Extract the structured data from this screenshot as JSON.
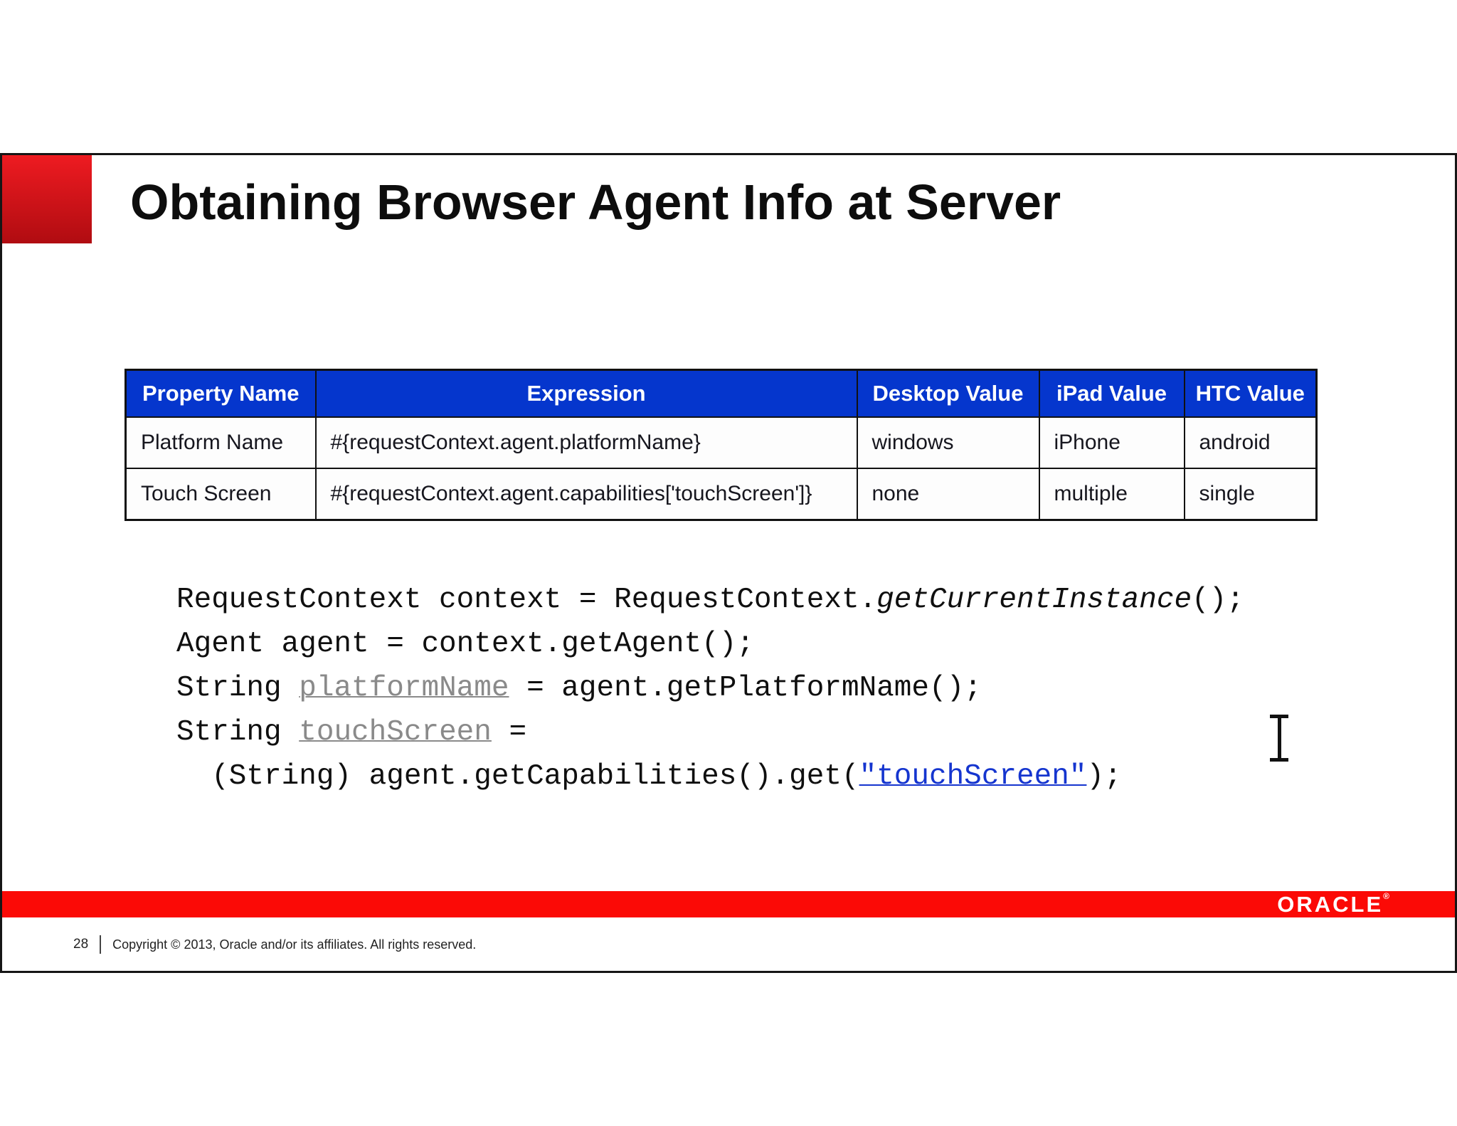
{
  "slide": {
    "title": "Obtaining Browser Agent Info at Server",
    "page_number": "28",
    "footer": "Copyright © 2013, Oracle and/or its affiliates. All rights reserved.",
    "logo": "ORACLE",
    "logo_reg": "®",
    "colors": {
      "table_header_blue": "#0536cd",
      "footer_bar_red": "#fb0a06",
      "accent_square_top": "#ee1b21",
      "accent_square_bottom": "#b00c11",
      "code_string_blue": "#1535cf",
      "code_identifier_gray": "#8a8a8a"
    }
  },
  "table": {
    "headers": [
      "Property Name",
      "Expression",
      "Desktop Value",
      "iPad Value",
      "HTC Value"
    ],
    "rows": [
      [
        "Platform Name",
        "#{requestContext.agent.platformName}",
        "windows",
        "iPhone",
        "android"
      ],
      [
        "Touch Screen",
        "#{requestContext.agent.capabilities['touchScreen']}",
        "none",
        "multiple",
        "single"
      ]
    ]
  },
  "code": {
    "lines": [
      {
        "indent": 0,
        "segments": [
          {
            "t": "RequestContext context = RequestContext.",
            "s": "plain"
          },
          {
            "t": "getCurrentInstance",
            "s": "italic"
          },
          {
            "t": "();",
            "s": "plain"
          }
        ]
      },
      {
        "indent": 0,
        "segments": [
          {
            "t": "Agent agent = context.getAgent();",
            "s": "plain"
          }
        ]
      },
      {
        "indent": 0,
        "segments": [
          {
            "t": "String ",
            "s": "plain"
          },
          {
            "t": "platformName",
            "s": "gray"
          },
          {
            "t": " = agent.getPlatformName();",
            "s": "plain"
          }
        ]
      },
      {
        "indent": 0,
        "segments": [
          {
            "t": "String ",
            "s": "plain"
          },
          {
            "t": "touchScreen",
            "s": "gray"
          },
          {
            "t": " =",
            "s": "plain"
          }
        ]
      },
      {
        "indent": 1,
        "segments": [
          {
            "t": "(String) agent.getCapabilities().get(",
            "s": "plain"
          },
          {
            "t": "\"touchScreen\"",
            "s": "string"
          },
          {
            "t": ");",
            "s": "plain"
          }
        ]
      }
    ]
  }
}
